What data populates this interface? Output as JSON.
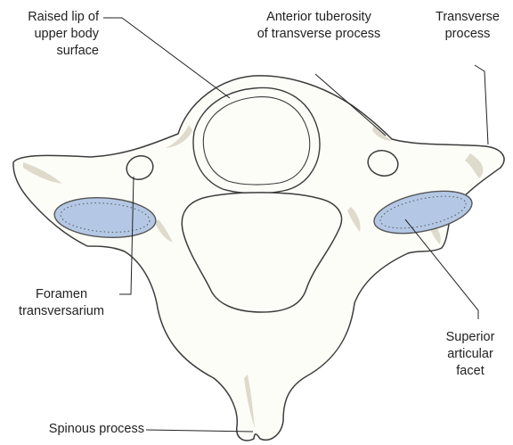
{
  "figure": {
    "colors": {
      "bone_fill": "#fdfdf8",
      "bone_outline": "#3c3c3c",
      "bone_shading": "#dedbcc",
      "facet_fill": "#b4c8e6",
      "leader_line": "#222222",
      "text": "#222222"
    },
    "labels": {
      "raised_lip": "Raised lip of\nupper body\nsurface",
      "anterior_tuberosity": "Anterior tuberosity\nof transverse process",
      "transverse_process": "Transverse\nprocess",
      "foramen_transversarium": "Foramen\ntransversarium",
      "superior_articular_facet": "Superior\narticular\nfacet",
      "spinous_process": "Spinous process"
    }
  }
}
